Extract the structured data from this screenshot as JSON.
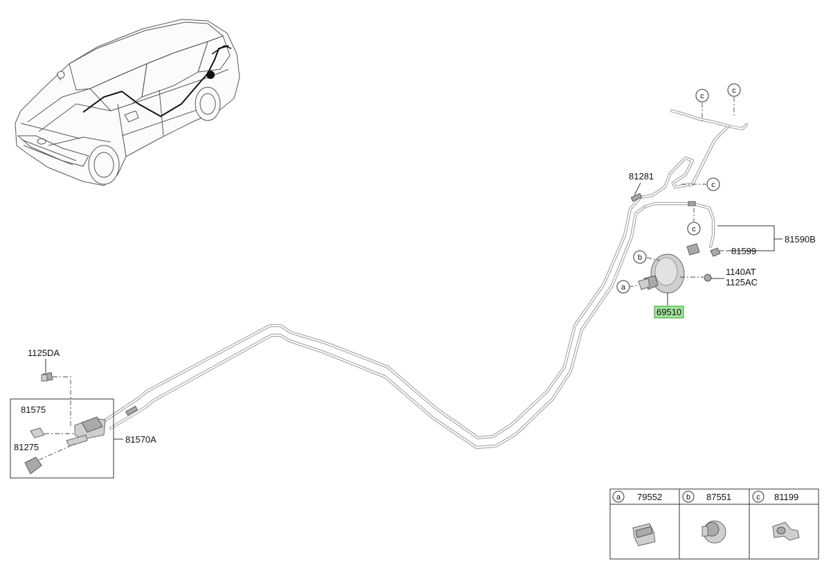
{
  "callouts": {
    "p81281": "81281",
    "p81590B": "81590B",
    "p81599": "81599",
    "p1140AT": "1140AT",
    "p1125AC": "1125AC",
    "p69510": "69510",
    "p1125DA": "1125DA",
    "p81575": "81575",
    "p81275": "81275",
    "p81570A": "81570A"
  },
  "refs": {
    "a": "a",
    "b": "b",
    "c": "c"
  },
  "legend": {
    "cells": [
      {
        "letter": "a",
        "part": "79552"
      },
      {
        "letter": "b",
        "part": "87551"
      },
      {
        "letter": "c",
        "part": "81199"
      }
    ]
  },
  "colors": {
    "highlight": "#9fe39a",
    "cable": "#9a9a9a",
    "part": "#cfcfcf"
  }
}
